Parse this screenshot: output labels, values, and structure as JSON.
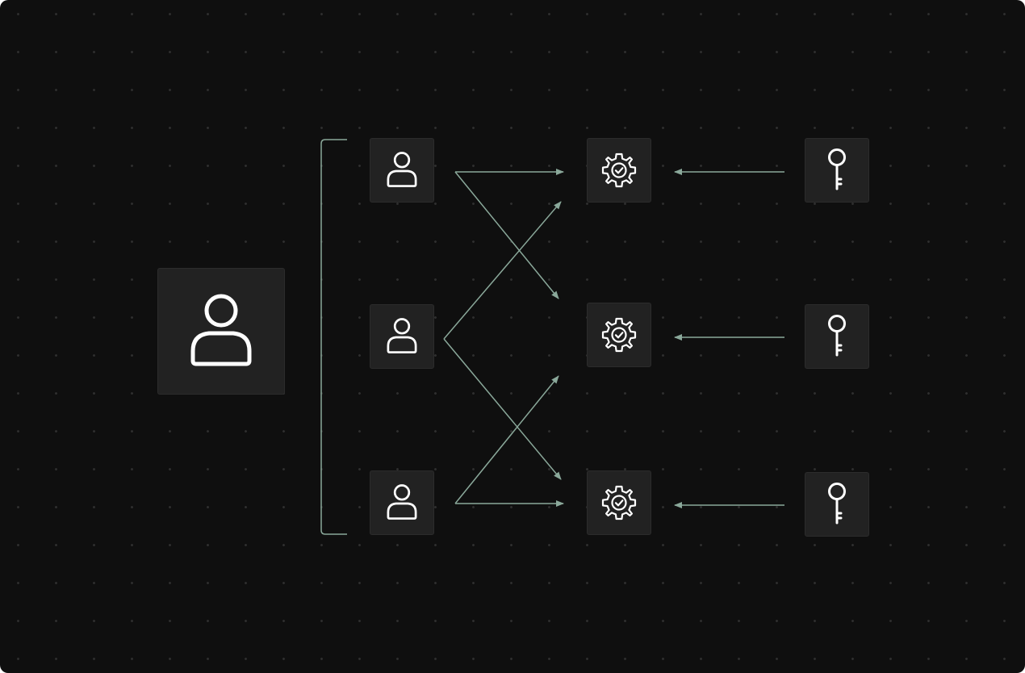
{
  "colors": {
    "background": "#0f0f0f",
    "node_fill": "#222222",
    "icon_stroke": "#ffffff",
    "connector": "#8aa89a"
  },
  "nodes": {
    "main_user": {
      "icon": "user-icon"
    },
    "users": [
      {
        "icon": "user-icon"
      },
      {
        "icon": "user-icon"
      },
      {
        "icon": "user-icon"
      }
    ],
    "services": [
      {
        "icon": "gear-check-icon"
      },
      {
        "icon": "gear-check-icon"
      },
      {
        "icon": "gear-check-icon"
      }
    ],
    "keys": [
      {
        "icon": "key-icon"
      },
      {
        "icon": "key-icon"
      },
      {
        "icon": "key-icon"
      }
    ]
  },
  "connections": [
    {
      "from": "user-1",
      "to": "service-1"
    },
    {
      "from": "user-1",
      "to": "service-2"
    },
    {
      "from": "user-2",
      "to": "service-1"
    },
    {
      "from": "user-2",
      "to": "service-3"
    },
    {
      "from": "user-3",
      "to": "service-2"
    },
    {
      "from": "user-3",
      "to": "service-3"
    },
    {
      "from": "key-1",
      "to": "service-1"
    },
    {
      "from": "key-2",
      "to": "service-2"
    },
    {
      "from": "key-3",
      "to": "service-3"
    }
  ]
}
